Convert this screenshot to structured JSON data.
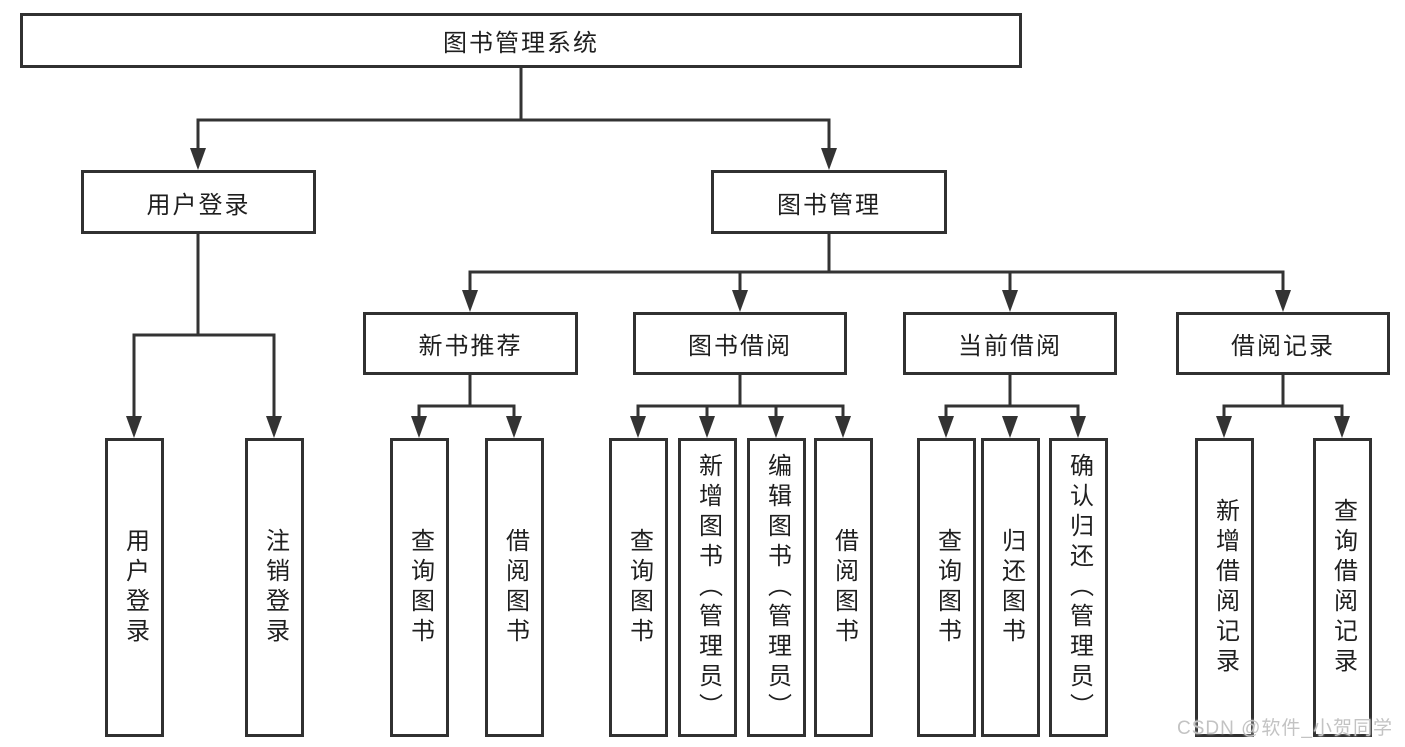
{
  "tree": {
    "root": "图书管理系统",
    "branches": [
      {
        "label": "用户登录",
        "leaves": [
          "用户登录",
          "注销登录"
        ]
      },
      {
        "label": "图书管理",
        "groups": [
          {
            "label": "新书推荐",
            "leaves": [
              "查询图书",
              "借阅图书"
            ]
          },
          {
            "label": "图书借阅",
            "leaves": [
              "查询图书",
              "新增图书（管理员）",
              "编辑图书（管理员）",
              "借阅图书"
            ]
          },
          {
            "label": "当前借阅",
            "leaves": [
              "查询图书",
              "归还图书",
              "确认归还（管理员）"
            ]
          },
          {
            "label": "借阅记录",
            "leaves": [
              "新增借阅记录",
              "查询借阅记录"
            ]
          }
        ]
      }
    ]
  },
  "colors": {
    "line": "#333333",
    "border": "#313131",
    "text": "#1f1f1f",
    "watermark": "#c3c3c3"
  },
  "watermark": "CSDN @软件_小贺同学"
}
